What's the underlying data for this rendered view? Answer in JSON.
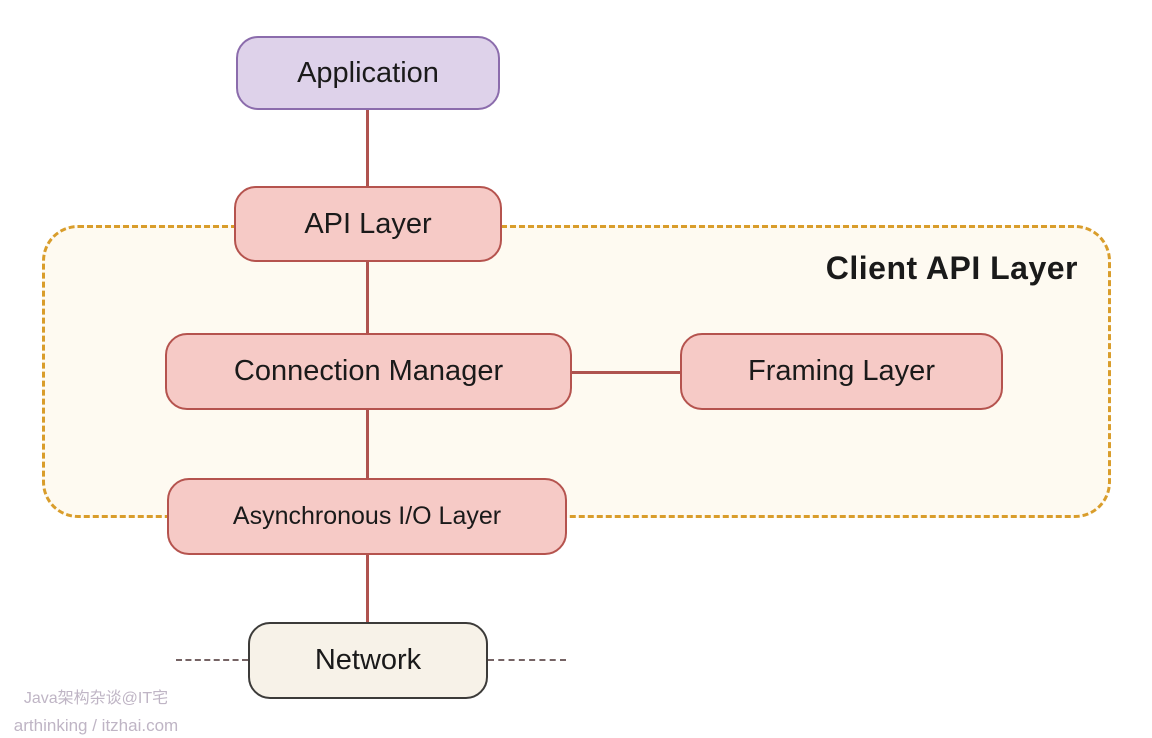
{
  "diagram": {
    "group": {
      "label": "Client API Layer"
    },
    "nodes": {
      "application": {
        "label": "Application"
      },
      "api_layer": {
        "label": "API Layer"
      },
      "connection_manager": {
        "label": "Connection Manager"
      },
      "framing_layer": {
        "label": "Framing Layer"
      },
      "async_io_layer": {
        "label": "Asynchronous I/O Layer"
      },
      "network": {
        "label": "Network"
      }
    },
    "edges": [
      "Application-API Layer",
      "API Layer-Connection Manager",
      "Connection Manager-Framing Layer",
      "Connection Manager-Asynchronous I/O Layer",
      "Asynchronous I/O Layer-Network"
    ],
    "colors": {
      "purple_node_fill": "#ded2ea",
      "purple_node_border": "#8b6cac",
      "pink_node_fill": "#f6cac6",
      "pink_node_border": "#b5534e",
      "network_node_fill": "#f7f2e8",
      "network_node_border": "#3c3b39",
      "group_fill": "#fefaf1",
      "group_dashed_border": "#d99d2b",
      "connector_red": "#af534f",
      "network_dash_gray": "#756364",
      "watermark": "#bfb5c5"
    },
    "watermark": {
      "line1": "Java架构杂谈@IT宅",
      "line2": "arthinking / itzhai.com"
    }
  }
}
